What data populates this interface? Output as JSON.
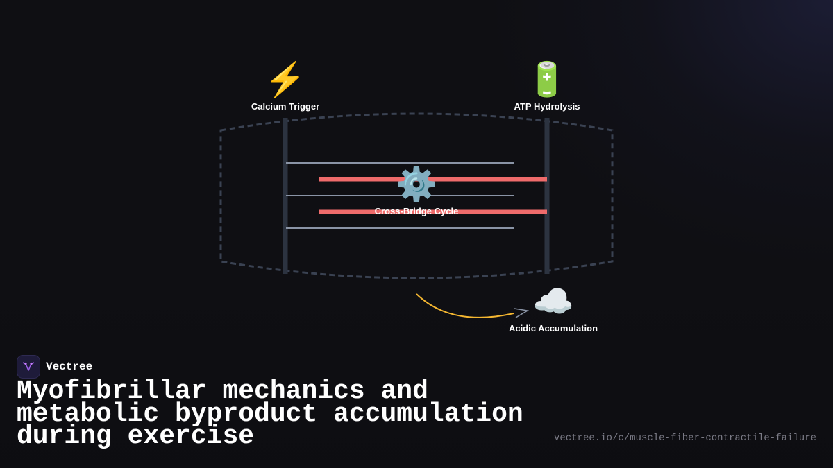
{
  "diagram": {
    "nodes": {
      "calcium": {
        "icon": "⚡",
        "icon_name": "lightning-icon",
        "label": "Calcium Trigger"
      },
      "atp": {
        "icon": "🔋",
        "icon_name": "battery-icon",
        "label": "ATP Hydrolysis"
      },
      "crossbridge": {
        "icon": "⚙️",
        "icon_name": "gear-icon",
        "label": "Cross-Bridge Cycle"
      },
      "acidic": {
        "icon": "☁️",
        "icon_name": "cloud-icon",
        "label": "Acidic Accumulation"
      }
    },
    "colors": {
      "background": "#0f0f13",
      "sarcomere_outline": "#3a4252",
      "z_disc": "#2c3340",
      "thin_filament": "#8a94a6",
      "thick_filament": "#ef6b6b",
      "arrow": "#f5b731",
      "arrowhead": "#8a94a6"
    }
  },
  "brand": {
    "name": "Vectree",
    "logo_icon": "vectree-logo-icon"
  },
  "title": "Myofibrillar mechanics and metabolic byproduct accumulation during exercise",
  "url": "vectree.io/c/muscle-fiber-contractile-failure"
}
